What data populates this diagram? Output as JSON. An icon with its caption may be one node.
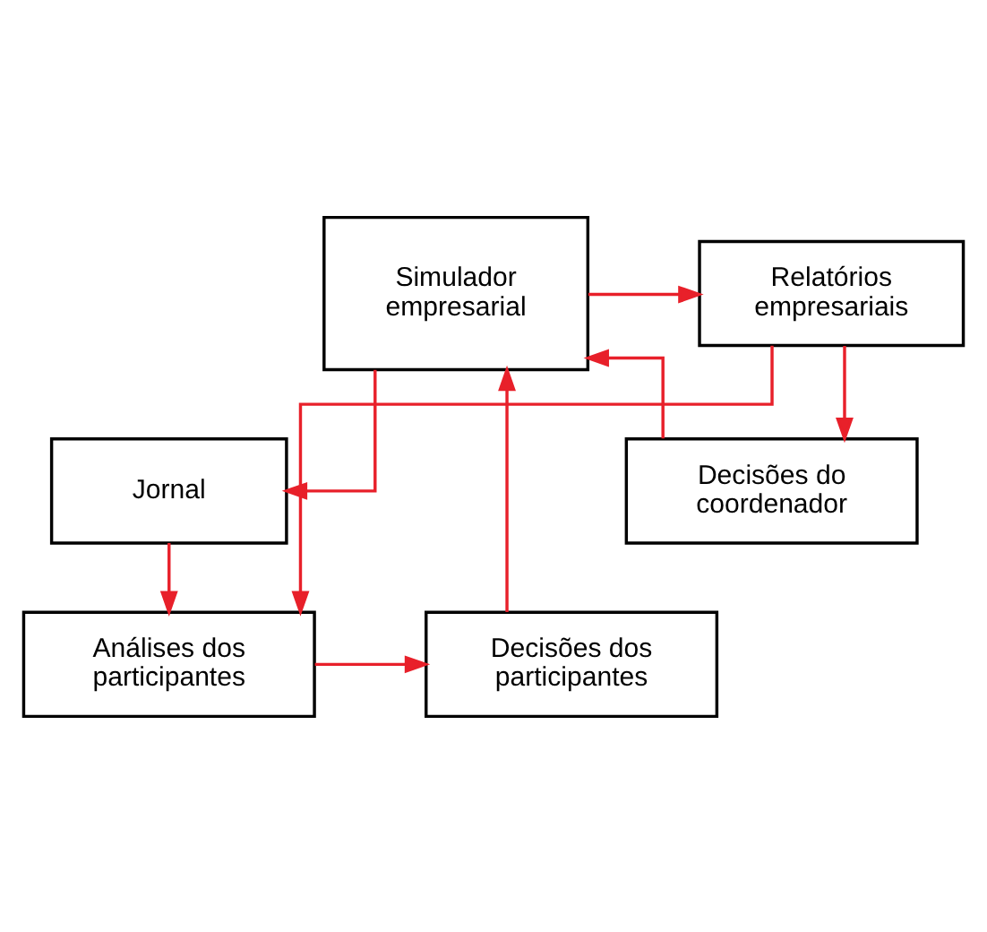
{
  "diagram": {
    "nodes": [
      {
        "text": [
          "Simulador empresarial"
        ]
      },
      {
        "text": [
          "Relatórios empresariais"
        ]
      },
      {
        "text": [
          "Decisões do coordenador"
        ]
      },
      {
        "text": [
          "Jornal"
        ]
      },
      {
        "text": [
          "Decisões dos participantes"
        ]
      },
      {
        "text": [
          "Análises dos participantes"
        ]
      }
    ],
    "edges": [
      {
        "from": 0,
        "to": 1,
        "arrow": "to"
      },
      {
        "from": 1,
        "to": 2,
        "arrow": "to"
      },
      {
        "from": 2,
        "to": 0,
        "arrow": "to"
      },
      {
        "from": 0,
        "to": 3,
        "arrow": "to"
      },
      {
        "from": 3,
        "to": 5,
        "arrow": "to"
      },
      {
        "from": 1,
        "to": 5,
        "arrow": "to"
      },
      {
        "from": 5,
        "to": 4,
        "arrow": "to"
      },
      {
        "from": 4,
        "to": 0,
        "arrow": "to"
      }
    ]
  }
}
